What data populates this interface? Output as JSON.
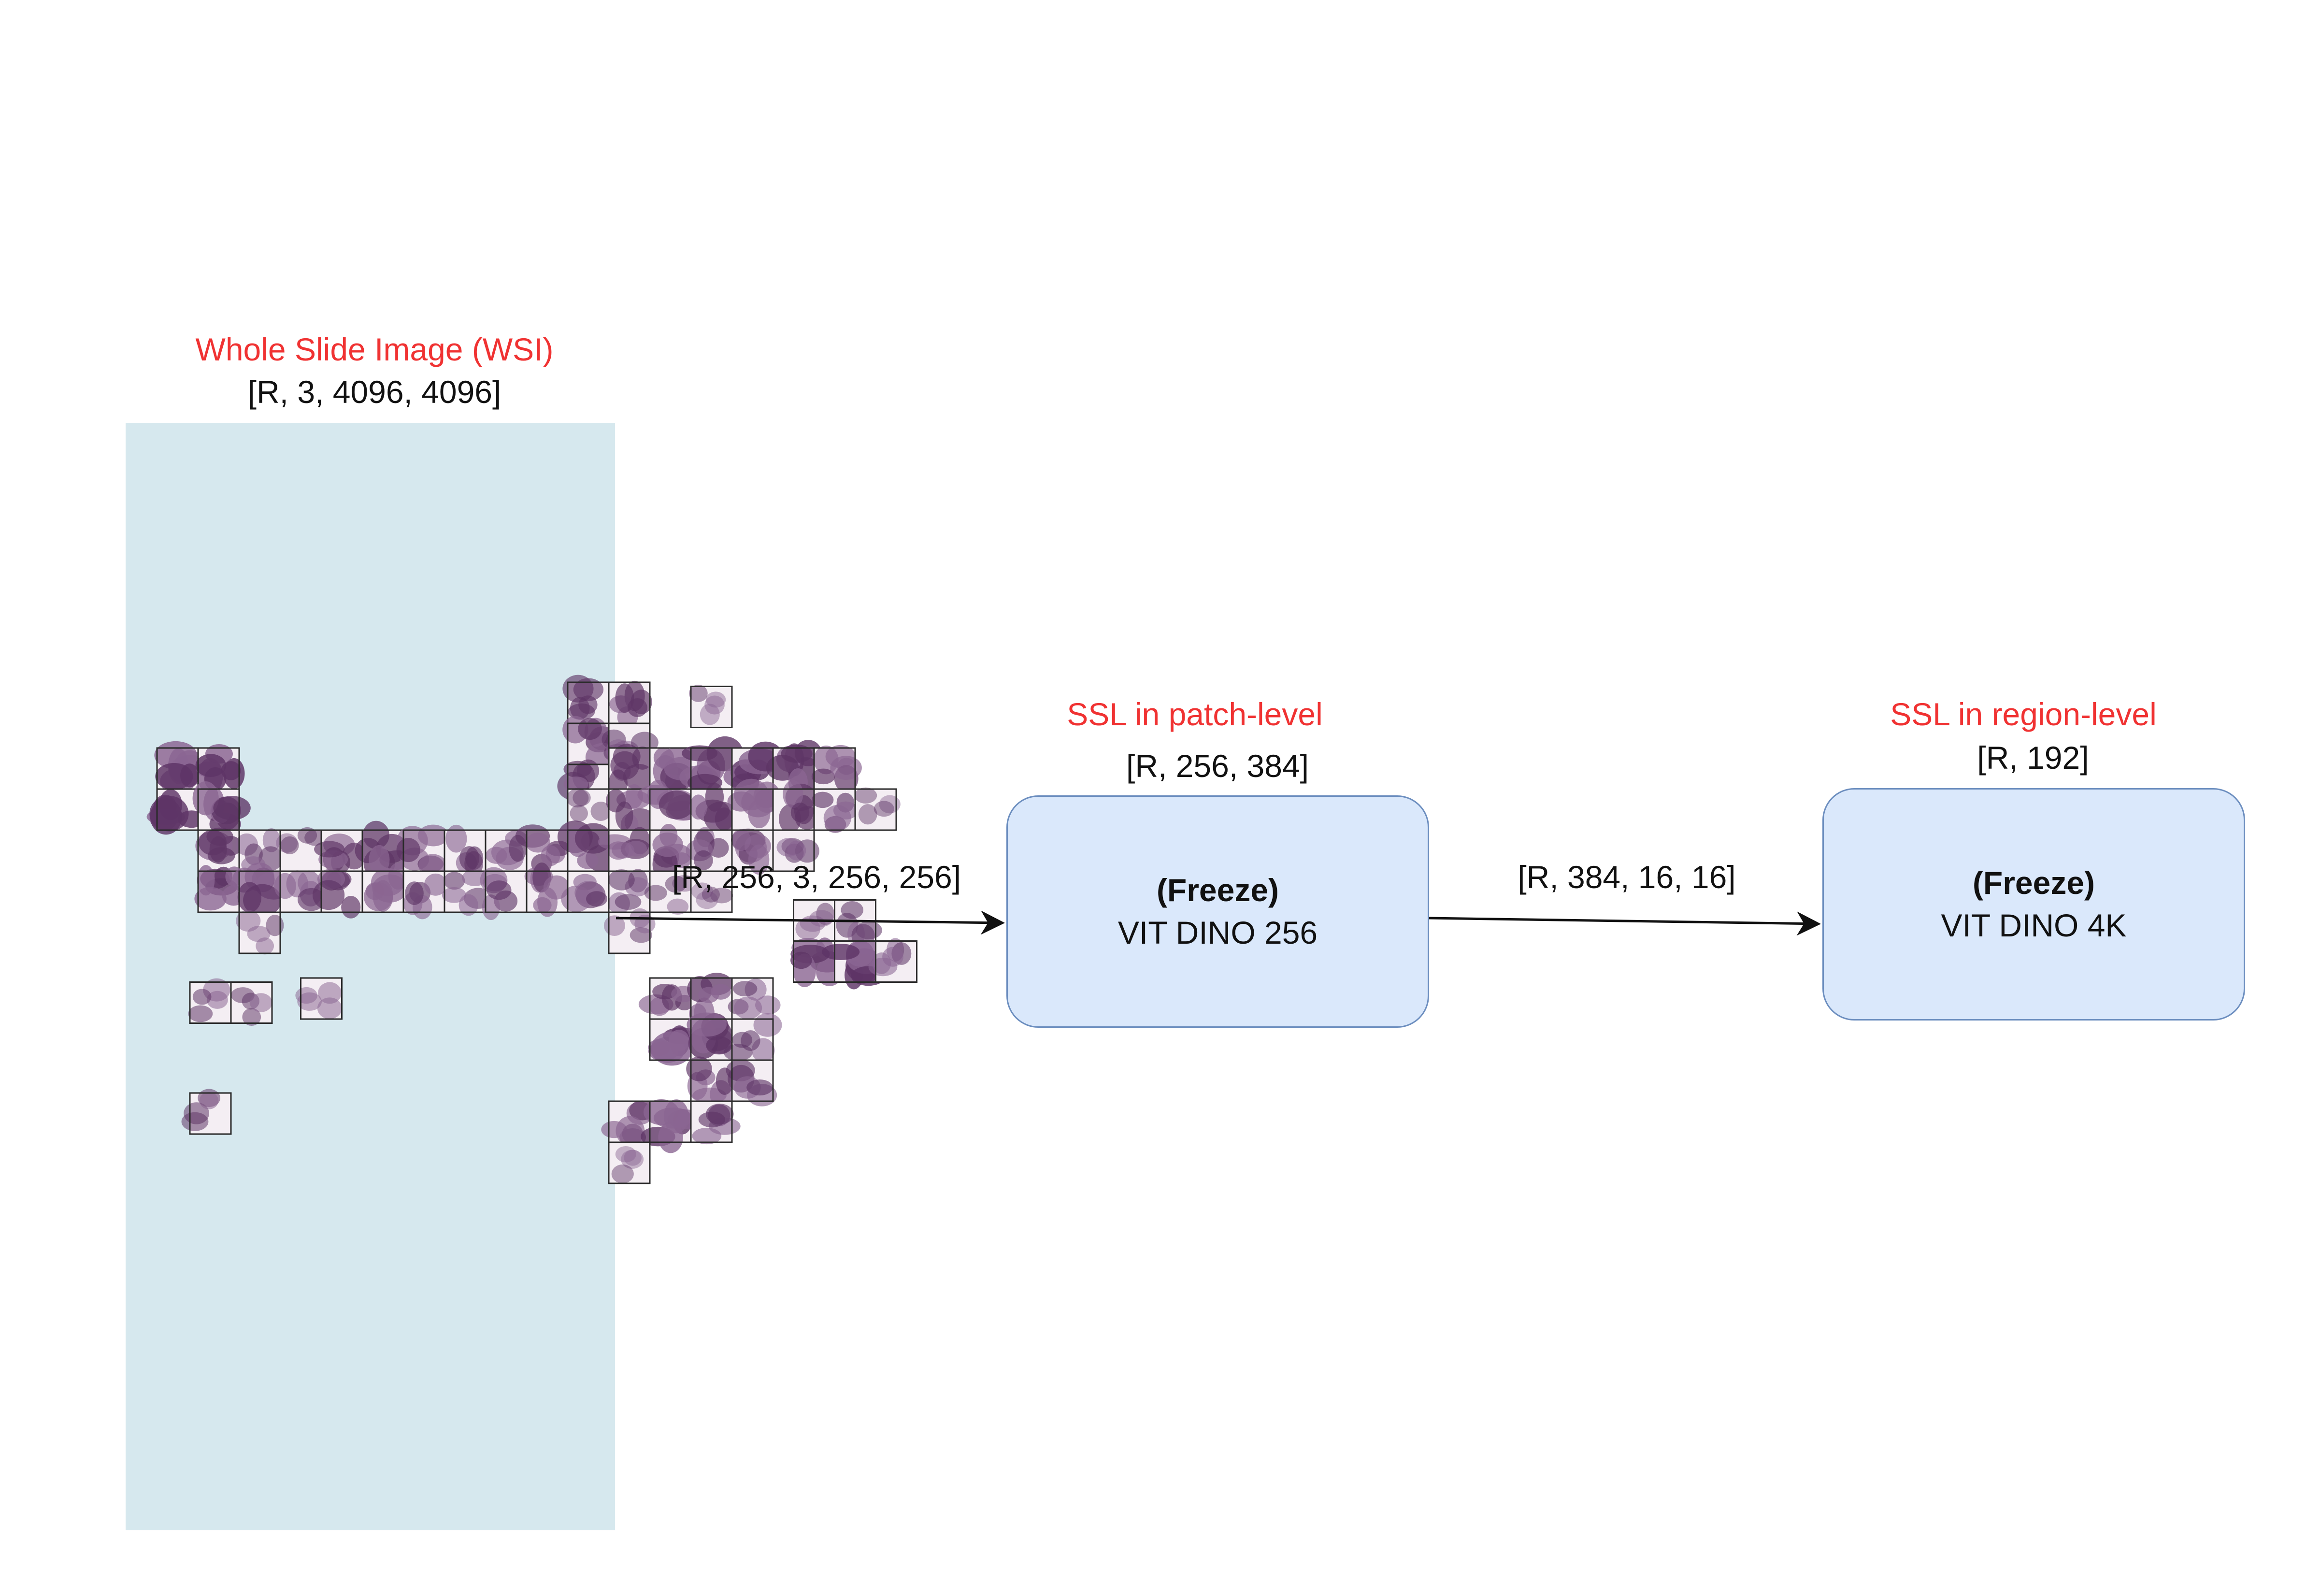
{
  "wsi": {
    "title": "Whole Slide Image (WSI)",
    "shape": "[R, 3, 4096, 4096]"
  },
  "edges": {
    "wsi_to_patch": "[R, 256, 3, 256, 256]",
    "patch_to_region": "[R, 384, 16, 16]"
  },
  "patch_model": {
    "title": "SSL in patch-level",
    "shape": "[R, 256, 384]",
    "status": "(Freeze)",
    "name": "VIT DINO 256"
  },
  "region_model": {
    "title": "SSL in region-level",
    "shape": "[R, 192]",
    "status": "(Freeze)",
    "name": "VIT DINO 4K"
  },
  "colors": {
    "title_red": "#f03232",
    "panel_bg": "#d6e8ee",
    "box_fill": "#dae8fb",
    "box_border": "#6c8ebf",
    "tissue": "#5e3566"
  }
}
